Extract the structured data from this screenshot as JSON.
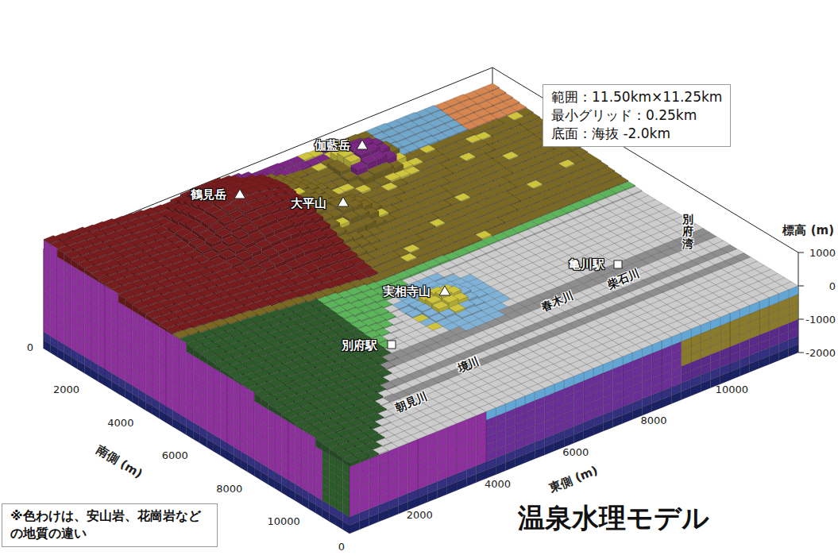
{
  "diagram": {
    "title": "温泉水理モデル",
    "nodes": [
      {
        "text": [
          "範囲：11.50km×11.25km",
          "最小グリッド：0.25km",
          "底面：海抜 -2.0km"
        ]
      },
      {
        "text": [
          "※色わけは、安山岩、花崗岩などの地質の違い"
        ]
      }
    ],
    "labels": [
      "伽藍岳",
      "鶴見岳",
      "大平山",
      "亀川駅",
      "実相寺山",
      "別府駅",
      "柴石川",
      "別府湾",
      "春木川",
      "境川",
      "朝見川",
      "標高 (m)",
      "1000",
      "0",
      "-1000",
      "-2000",
      "0",
      "2000",
      "4000",
      "6000",
      "8000",
      "10000",
      "南側 (m)",
      "0",
      "2000",
      "4000",
      "6000",
      "8000",
      "10000",
      "東側 (m)"
    ]
  }
}
